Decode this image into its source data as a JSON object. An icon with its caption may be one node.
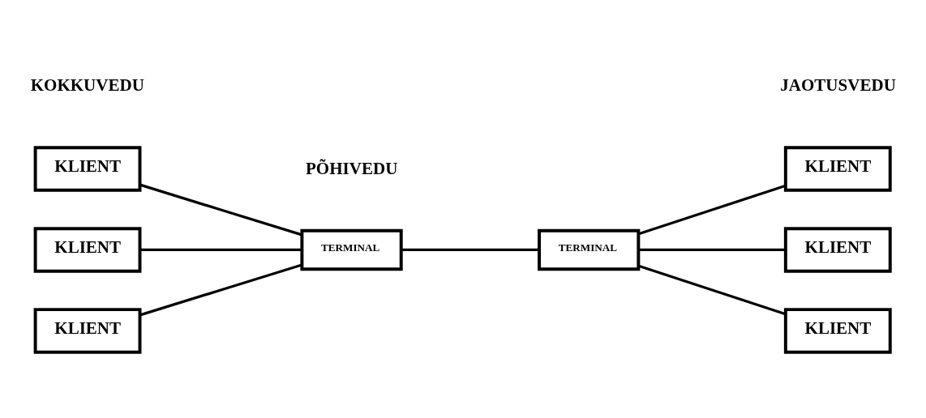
{
  "diagram": {
    "nodes": [
      {
        "text": [
          "KLIENT"
        ]
      },
      {
        "text": [
          "KLIENT"
        ]
      },
      {
        "text": [
          "KLIENT"
        ]
      },
      {
        "text": [
          "TERMINAL"
        ]
      },
      {
        "text": [
          "TERMINAL"
        ]
      },
      {
        "text": [
          "KLIENT"
        ]
      },
      {
        "text": [
          "KLIENT"
        ]
      },
      {
        "text": [
          "KLIENT"
        ]
      }
    ],
    "edges": [
      {
        "from": 0,
        "to": 3,
        "arrow": "none"
      },
      {
        "from": 1,
        "to": 3,
        "arrow": "none"
      },
      {
        "from": 2,
        "to": 3,
        "arrow": "none"
      },
      {
        "from": 3,
        "to": 4,
        "arrow": "none"
      },
      {
        "from": 4,
        "to": 5,
        "arrow": "none"
      },
      {
        "from": 4,
        "to": 6,
        "arrow": "none"
      },
      {
        "from": 4,
        "to": 7,
        "arrow": "none"
      }
    ],
    "labels": [
      "KOKKUVEDU",
      "JAOTUSVEDU",
      "PÕHIVEDU"
    ]
  }
}
